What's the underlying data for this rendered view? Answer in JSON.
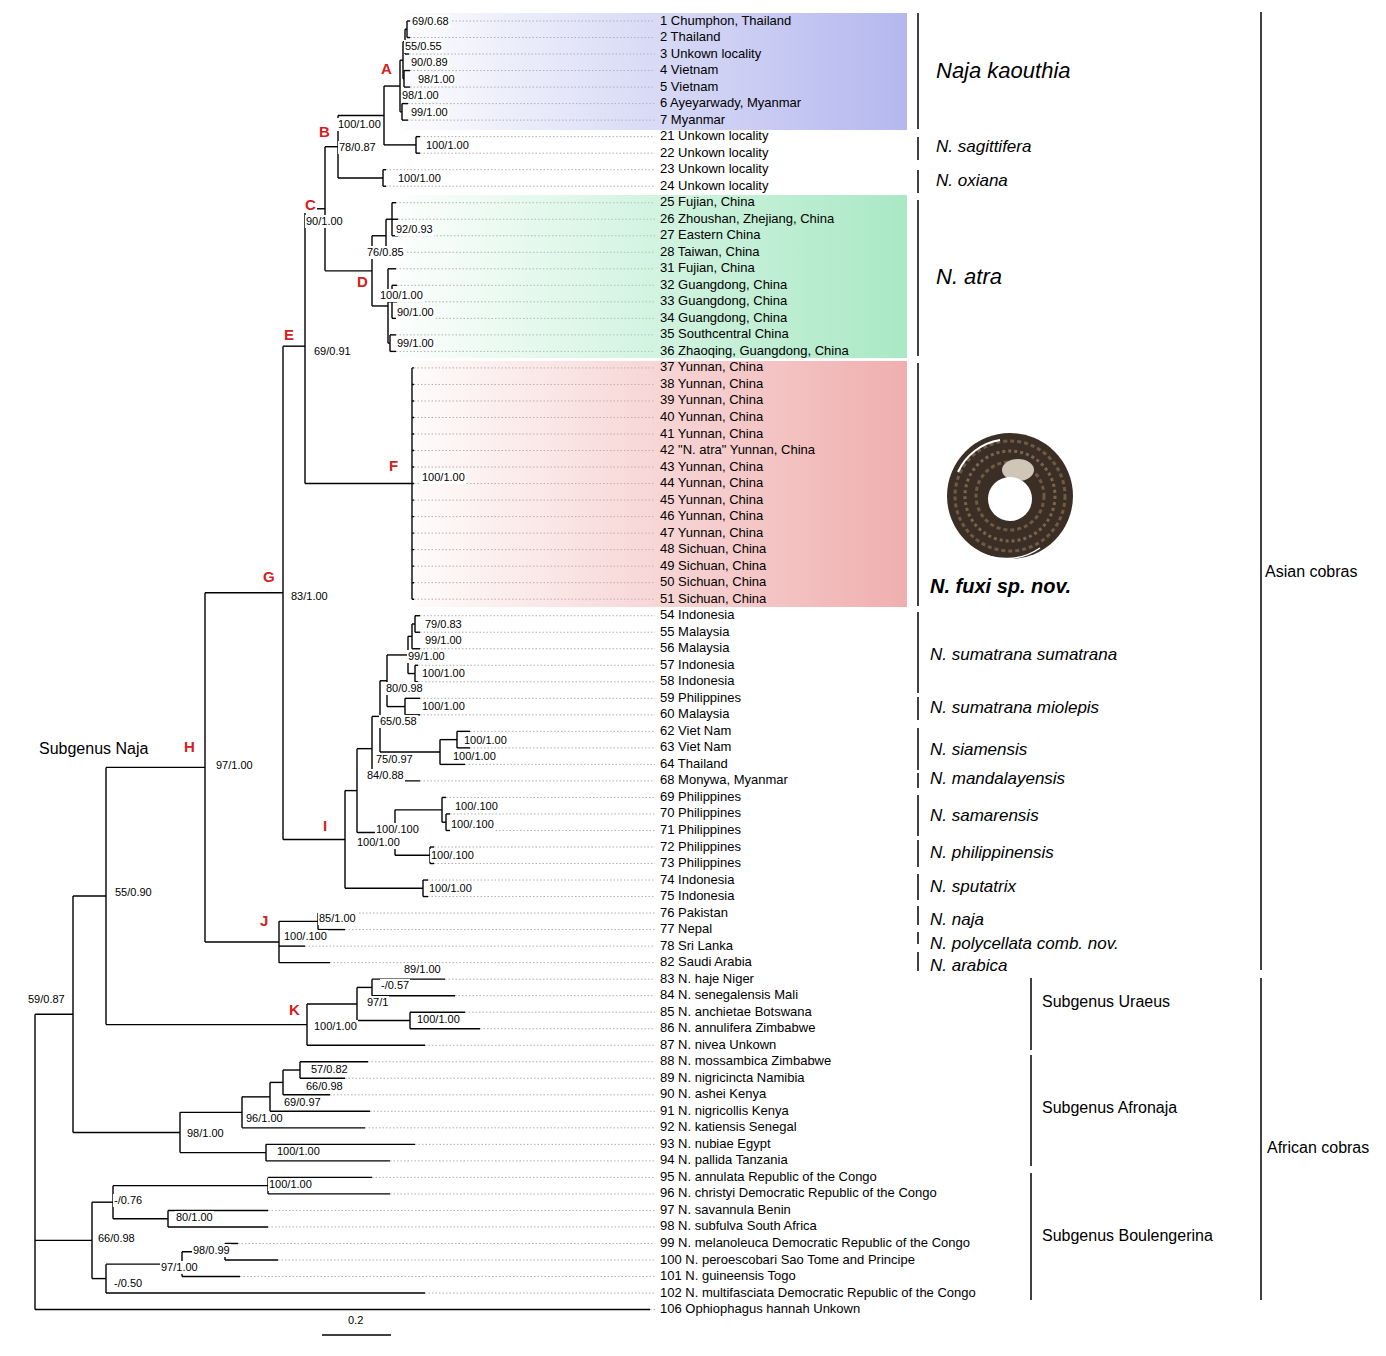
{
  "diagram": {
    "nodes": [
      {
        "text": [
          "1 Chumphon, Thailand",
          "2 Thailand",
          "3 Unkown locality",
          "4 Vietnam",
          "5 Vietnam",
          "6 Ayeyarwady, Myanmar",
          "7 Myanmar"
        ]
      },
      {
        "text": [
          "25 Fujian, China",
          "26 Zhoushan, Zhejiang, China",
          "27 Eastern China",
          "28 Taiwan, China",
          "31 Fujian, China",
          "32 Guangdong, China",
          "33 Guangdong, China",
          "34 Guangdong, China",
          "35 Southcentral China",
          "36 Zhaoqing, Guangdong, China"
        ]
      },
      {
        "text": [
          "37 Yunnan, China",
          "38 Yunnan, China",
          "39 Yunnan, China",
          "40 Yunnan, China",
          "41 Yunnan, China",
          "42 \"N. atra\" Yunnan, China",
          "43 Yunnan, China",
          "44 Yunnan, China",
          "45 Yunnan, China",
          "46 Yunnan, China",
          "47 Yunnan, China",
          "48 Sichuan, China",
          "49 Sichuan, China",
          "50 Sichuan, China",
          "51 Sichuan, China"
        ]
      }
    ],
    "labels": [
      "21 Unkown locality",
      "22 Unkown locality",
      "23 Unkown locality",
      "24 Unkown locality",
      "54 Indonesia",
      "55 Malaysia",
      "56 Malaysia",
      "57 Indonesia",
      "58 Indonesia",
      "59 Philippines",
      "60 Malaysia",
      "62 Viet Nam",
      "63 Viet Nam",
      "64 Thailand",
      "68 Monywa, Myanmar",
      "69 Philippines",
      "70 Philippines",
      "71 Philippines",
      "72 Philippines",
      "73 Philippines",
      "74 Indonesia",
      "75 Indonesia",
      "76 Pakistan",
      "77 Nepal",
      "78 Sri Lanka",
      "82 Saudi Arabia",
      "83 N. haje Niger",
      "84 N. senegalensis Mali",
      "85 N. anchietae Botswana",
      "86 N. annulifera Zimbabwe",
      "87 N. nivea Unkown",
      "88 N. mossambica Zimbabwe",
      "89 N. nigricincta Namibia",
      "90 N. ashei Kenya",
      "91 N. nigricollis Kenya",
      "92 N. katiensis Senegal",
      "93 N. nubiae Egypt",
      "94 N. pallida Tanzania",
      "95 N. annulata Republic of the Congo",
      "96 N. christyi Democratic Republic of the Congo",
      "97 N. savannula Benin",
      "98 N. subfulva South Africa",
      "99 N. melanoleuca Democratic Republic of the Congo",
      "100 N. peroescobari Sao Tome and Principe",
      "101 N. guineensis Togo",
      "102 N. multifasciata Democratic Republic of the Congo",
      "106 Ophiophagus hannah Unkown",
      "69/0.68",
      "55/0.55",
      "90/0.89",
      "98/1.00",
      "98/1.00",
      "99/1.00",
      "100/1.00",
      "100/1.00",
      "78/0.87",
      "100/1.00",
      "90/1.00",
      "92/0.93",
      "76/0.85",
      "100/1.00",
      "90/1.00",
      "99/1.00",
      "69/0.91",
      "100/1.00",
      "83/1.00",
      "79/0.83",
      "99/1.00",
      "99/1.00",
      "100/1.00",
      "80/0.98",
      "100/1.00",
      "65/0.58",
      "100/1.00",
      "100/1.00",
      "75/0.97",
      "84/0.88",
      "97/1.00",
      "100/.100",
      "100/.100",
      "100/.100",
      "100/1.00",
      "100/.100",
      "100/1.00",
      "55/0.90",
      "85/1.00",
      "100/.100",
      "59/0.87",
      "89/1.00",
      "-/0.57",
      "97/1",
      "100/1.00",
      "100/1.00",
      "57/0.82",
      "66/0.98",
      "69/0.97",
      "96/1.00",
      "98/1.00",
      "100/1.00",
      "100/1.00",
      "-/0.76",
      "80/1.00",
      "66/0.98",
      "98/0.99",
      "97/1.00",
      "-/0.50",
      "A",
      "B",
      "C",
      "D",
      "E",
      "F",
      "G",
      "H",
      "I",
      "J",
      "K",
      "Naja kaouthia",
      "N. sagittifera",
      "N. oxiana",
      "N. atra",
      "N. fuxi sp. nov.",
      "N. sumatrana sumatrana",
      "N. sumatrana miolepis",
      "N. siamensis",
      "N. mandalayensis",
      "N. samarensis",
      "N. philippinensis",
      "N. sputatrix",
      "N. naja",
      "N. polycellata comb. nov.",
      "N. arabica",
      "Subgenus Uraeus",
      "Subgenus Afronaja",
      "Subgenus Boulengerina",
      "Subgenus Naja",
      "Asian cobras",
      "African cobras",
      "0.2"
    ]
  }
}
